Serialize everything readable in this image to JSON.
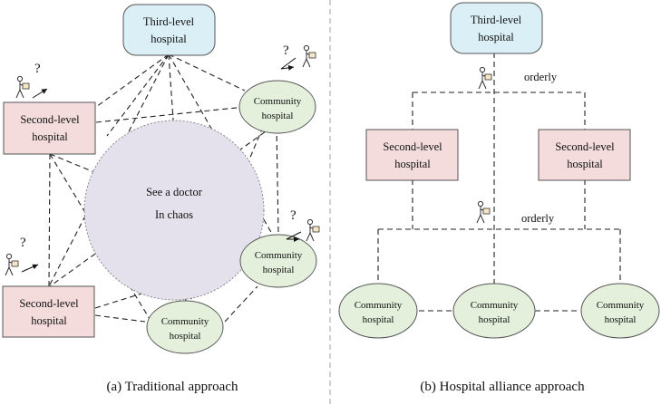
{
  "left": {
    "caption": "(a) Traditional approach",
    "third_level": [
      "Third-level",
      "hospital"
    ],
    "second_top": [
      "Second-level",
      "hospital"
    ],
    "second_bottom": [
      "Second-level",
      "hospital"
    ],
    "community_top": [
      "Community",
      "hospital"
    ],
    "community_mid": [
      "Community",
      "hospital"
    ],
    "community_bottom": [
      "Community",
      "hospital"
    ],
    "chaos": [
      "See a doctor",
      "In chaos"
    ],
    "question_mark": "?"
  },
  "right": {
    "caption": "(b) Hospital alliance approach",
    "third_level": [
      "Third-level",
      "hospital"
    ],
    "second_left": [
      "Second-level",
      "hospital"
    ],
    "second_right": [
      "Second-level",
      "hospital"
    ],
    "community_left": [
      "Community",
      "hospital"
    ],
    "community_mid": [
      "Community",
      "hospital"
    ],
    "community_right": [
      "Community",
      "hospital"
    ],
    "orderly_top": "orderly",
    "orderly_bottom": "orderly"
  },
  "colors": {
    "third_level_fill": "#dbeff6",
    "second_level_fill": "#f4dcdc",
    "community_fill": "#e4f0dc",
    "chaos_fill": "#e4e0ec",
    "divider": "#b0b0b0"
  }
}
